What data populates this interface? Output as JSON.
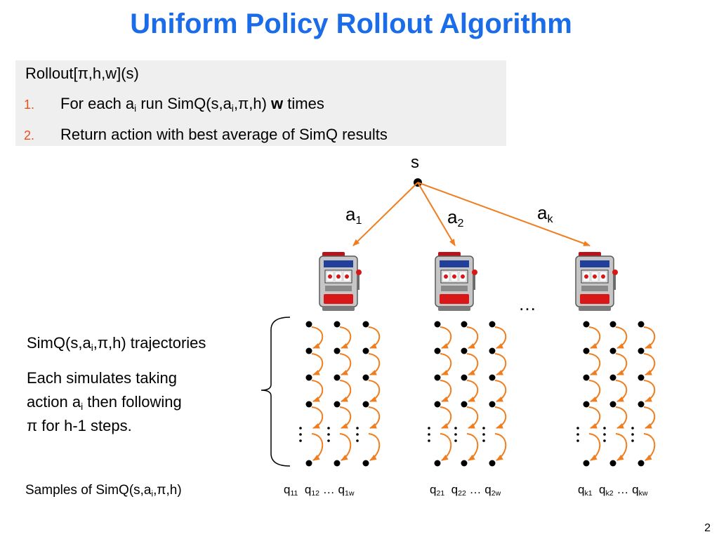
{
  "title": "Uniform Policy Rollout Algorithm",
  "algorithm": {
    "header": "Rollout[π,h,w](s)",
    "steps": [
      {
        "num": "1.",
        "a": "For each a",
        "a_sub": "i",
        "b": " run SimQ(s,a",
        "b_sub": "i",
        "c": ",π,h) ",
        "bold": "w",
        "d": " times"
      },
      {
        "num": "2.",
        "text": "Return action with best average of SimQ results"
      }
    ]
  },
  "tree": {
    "root": "s",
    "actions": [
      {
        "base": "a",
        "sub": "1"
      },
      {
        "base": "a",
        "sub": "2"
      },
      {
        "base": "a",
        "sub": "k"
      }
    ],
    "ellipsis": "…"
  },
  "left_text": {
    "trajectories": {
      "a": "SimQ(s,a",
      "sub": "i",
      "b": ",π,h) trajectories"
    },
    "desc_line1": "Each simulates taking",
    "desc_line2_a": "action a",
    "desc_line2_sub": "i",
    "desc_line2_b": "  then following",
    "desc_line3": "π for h-1 steps.",
    "samples": {
      "a": "Samples of SimQ(s,a",
      "sub": "i",
      "b": ",π,h)"
    }
  },
  "q_labels": [
    [
      {
        "base": "q",
        "sub": "11",
        "sep": "  "
      },
      {
        "base": "q",
        "sub": "12",
        "sep": " … "
      },
      {
        "base": "q",
        "sub": "1w",
        "sep": ""
      }
    ],
    [
      {
        "base": "q",
        "sub": "21",
        "sep": "  "
      },
      {
        "base": "q",
        "sub": "22",
        "sep": " … "
      },
      {
        "base": "q",
        "sub": "2w",
        "sep": ""
      }
    ],
    [
      {
        "base": "q",
        "sub": "k1",
        "sep": "  "
      },
      {
        "base": "q",
        "sub": "k2",
        "sep": " … "
      },
      {
        "base": "q",
        "sub": "kw",
        "sep": ""
      }
    ]
  ],
  "page_number": "2",
  "colors": {
    "title": "#1a6ce8",
    "arrow": "#f07d1e",
    "step_number": "#e8501a",
    "box": "#efefef"
  }
}
